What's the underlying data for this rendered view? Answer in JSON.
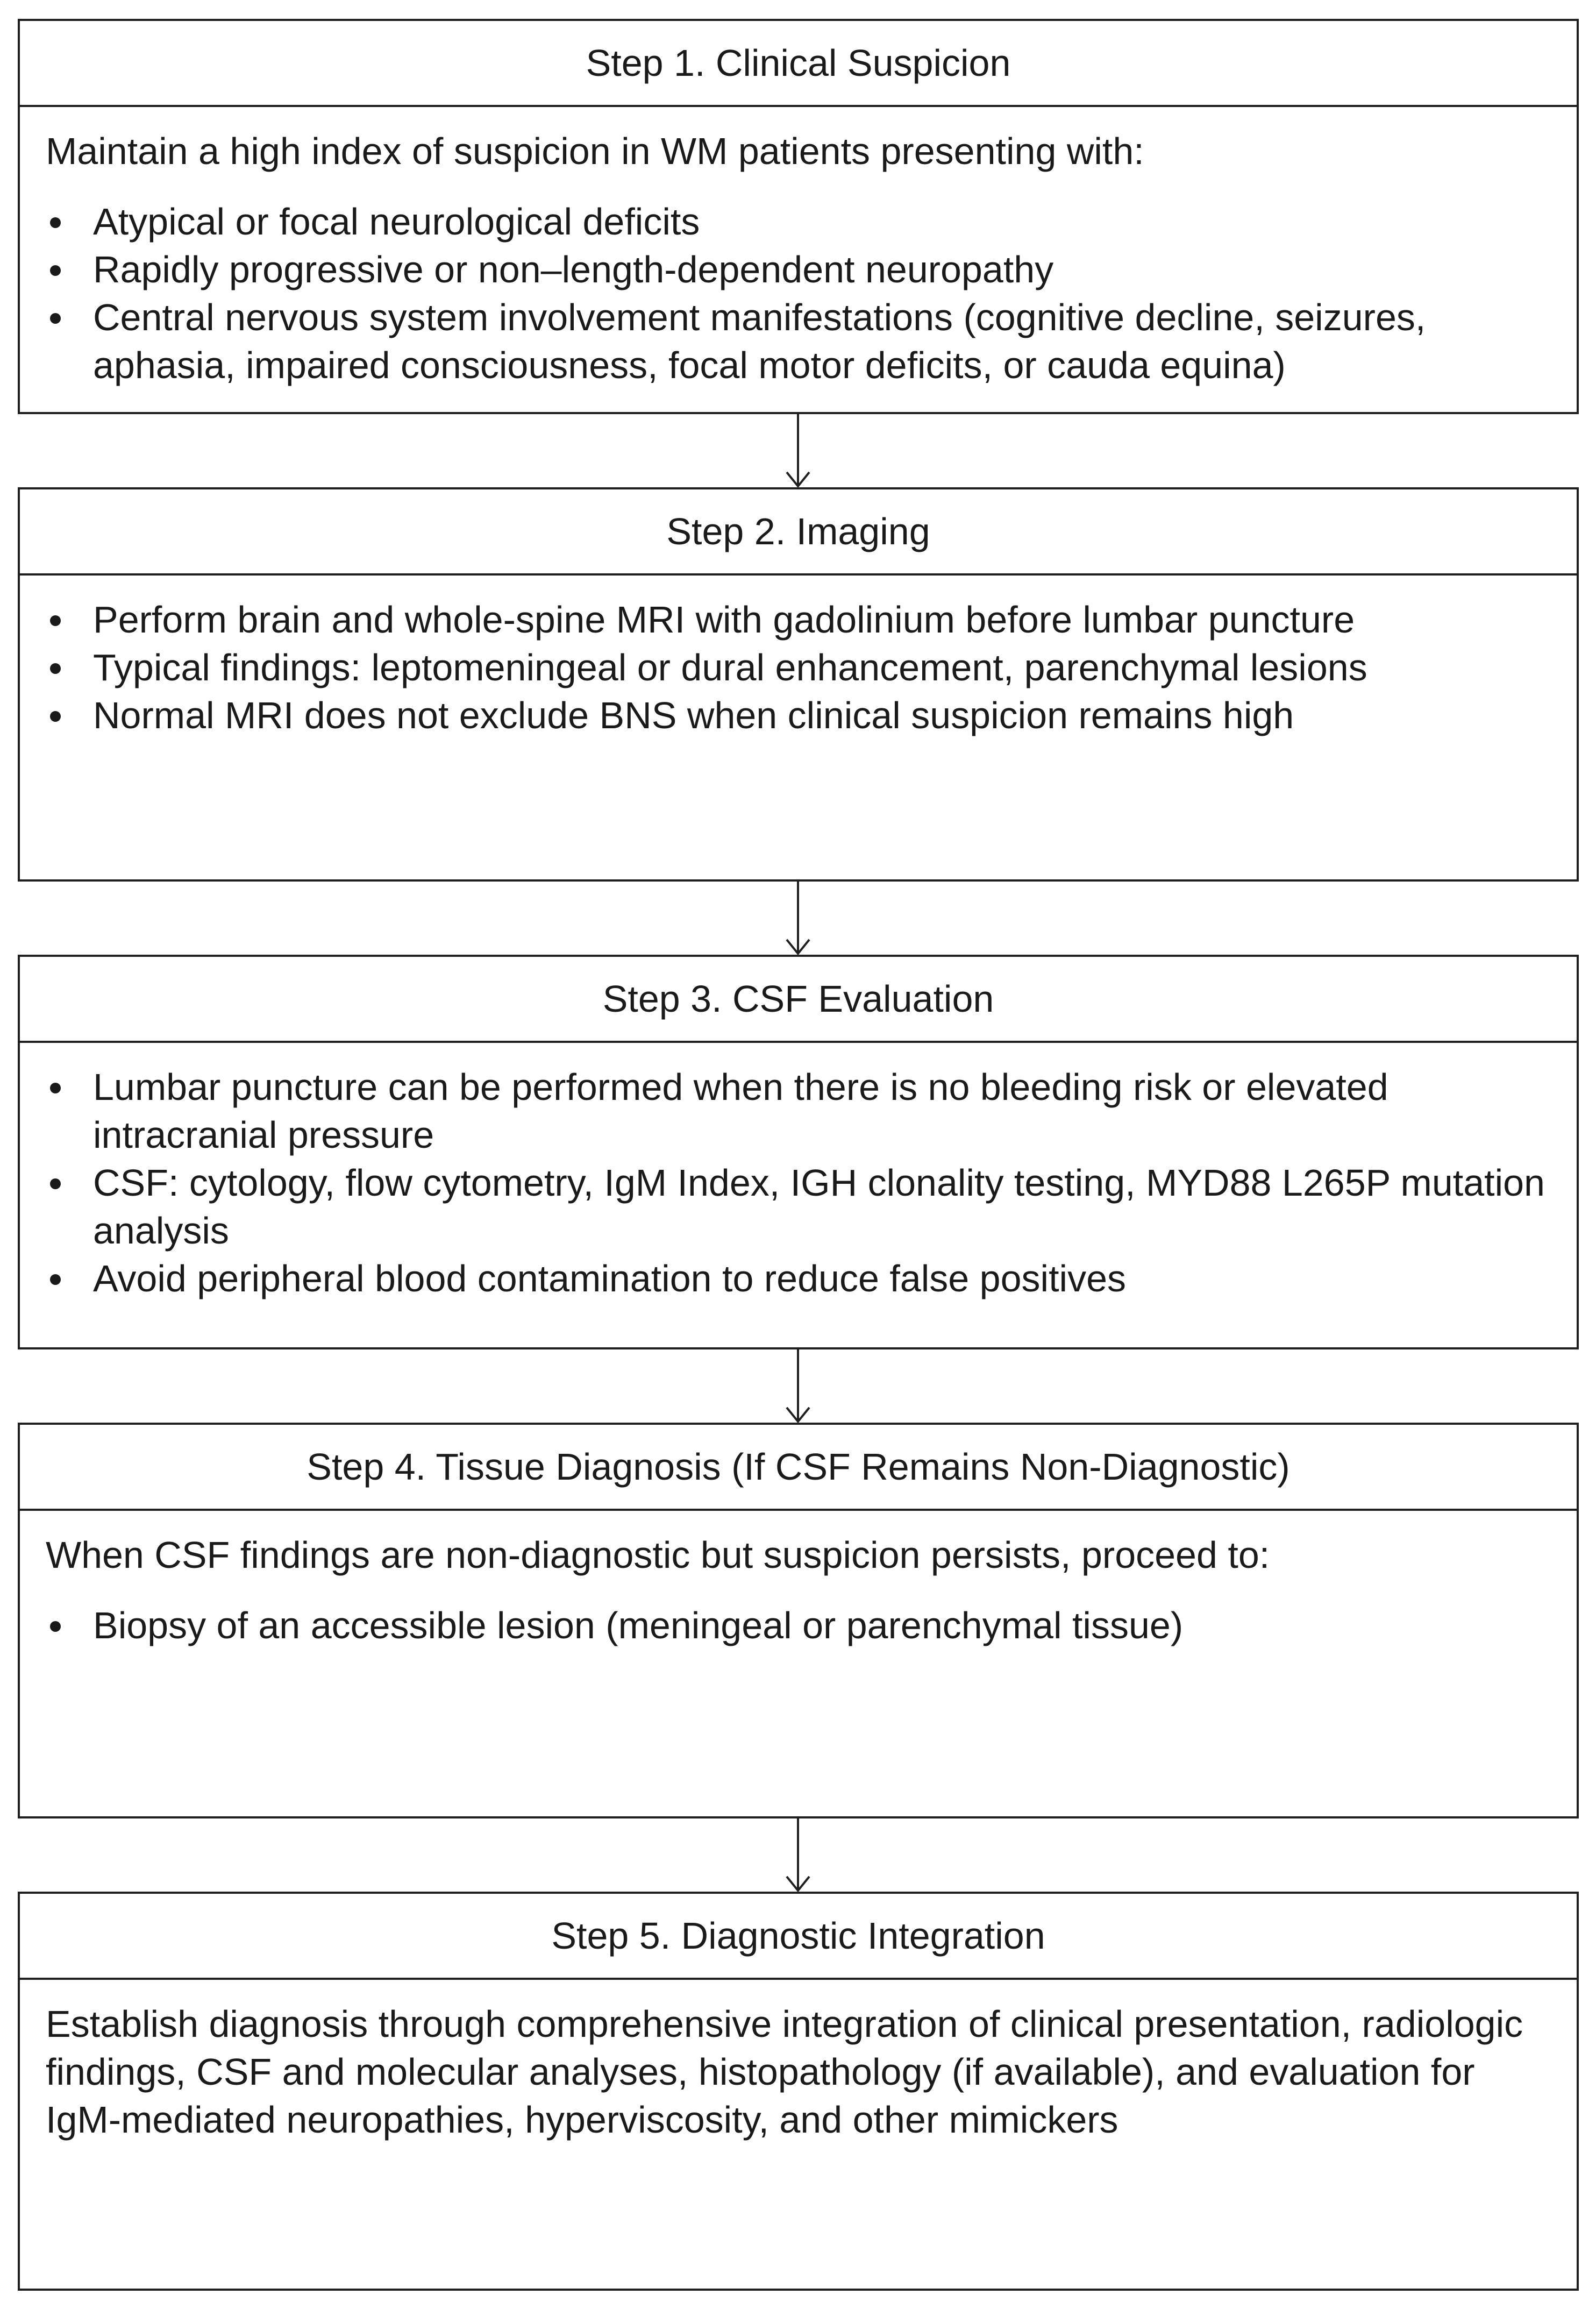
{
  "steps": [
    {
      "title": "Step 1. Clinical Suspicion",
      "intro": "Maintain a high index of suspicion in WM patients presenting with:",
      "bullets": [
        "Atypical or focal neurological deficits",
        "Rapidly progressive or non–length-dependent neuropathy",
        "Central nervous system involvement manifestations (cognitive decline, seizures, aphasia, impaired consciousness, focal motor deficits, or cauda equina)"
      ]
    },
    {
      "title": "Step 2. Imaging",
      "bullets": [
        "Perform brain and whole-spine MRI with gadolinium before lumbar puncture",
        "Typical findings: leptomeningeal or dural enhancement, parenchymal lesions",
        "Normal MRI does not exclude BNS when clinical suspicion remains high"
      ]
    },
    {
      "title": "Step 3. CSF Evaluation",
      "bullets": [
        "Lumbar puncture can be performed when there is no bleeding risk or elevated intracranial pressure",
        "CSF: cytology, flow cytometry, IgM Index, IGH clonality testing, MYD88 L265P mutation analysis",
        "Avoid peripheral blood contamination to reduce false positives"
      ]
    },
    {
      "title": "Step 4. Tissue Diagnosis (If CSF Remains Non-Diagnostic)",
      "intro": "When CSF findings are non-diagnostic but suspicion persists, proceed to:",
      "bullets": [
        "Biopsy of an accessible lesion (meningeal or parenchymal tissue)"
      ]
    },
    {
      "title": "Step 5. Diagnostic Integration",
      "paragraph": "Establish diagnosis through comprehensive integration of clinical presentation, radiologic findings, CSF and molecular analyses, histopathology (if available), and evaluation for IgM-mediated neuropathies, hyperviscosity, and other mimickers"
    }
  ]
}
